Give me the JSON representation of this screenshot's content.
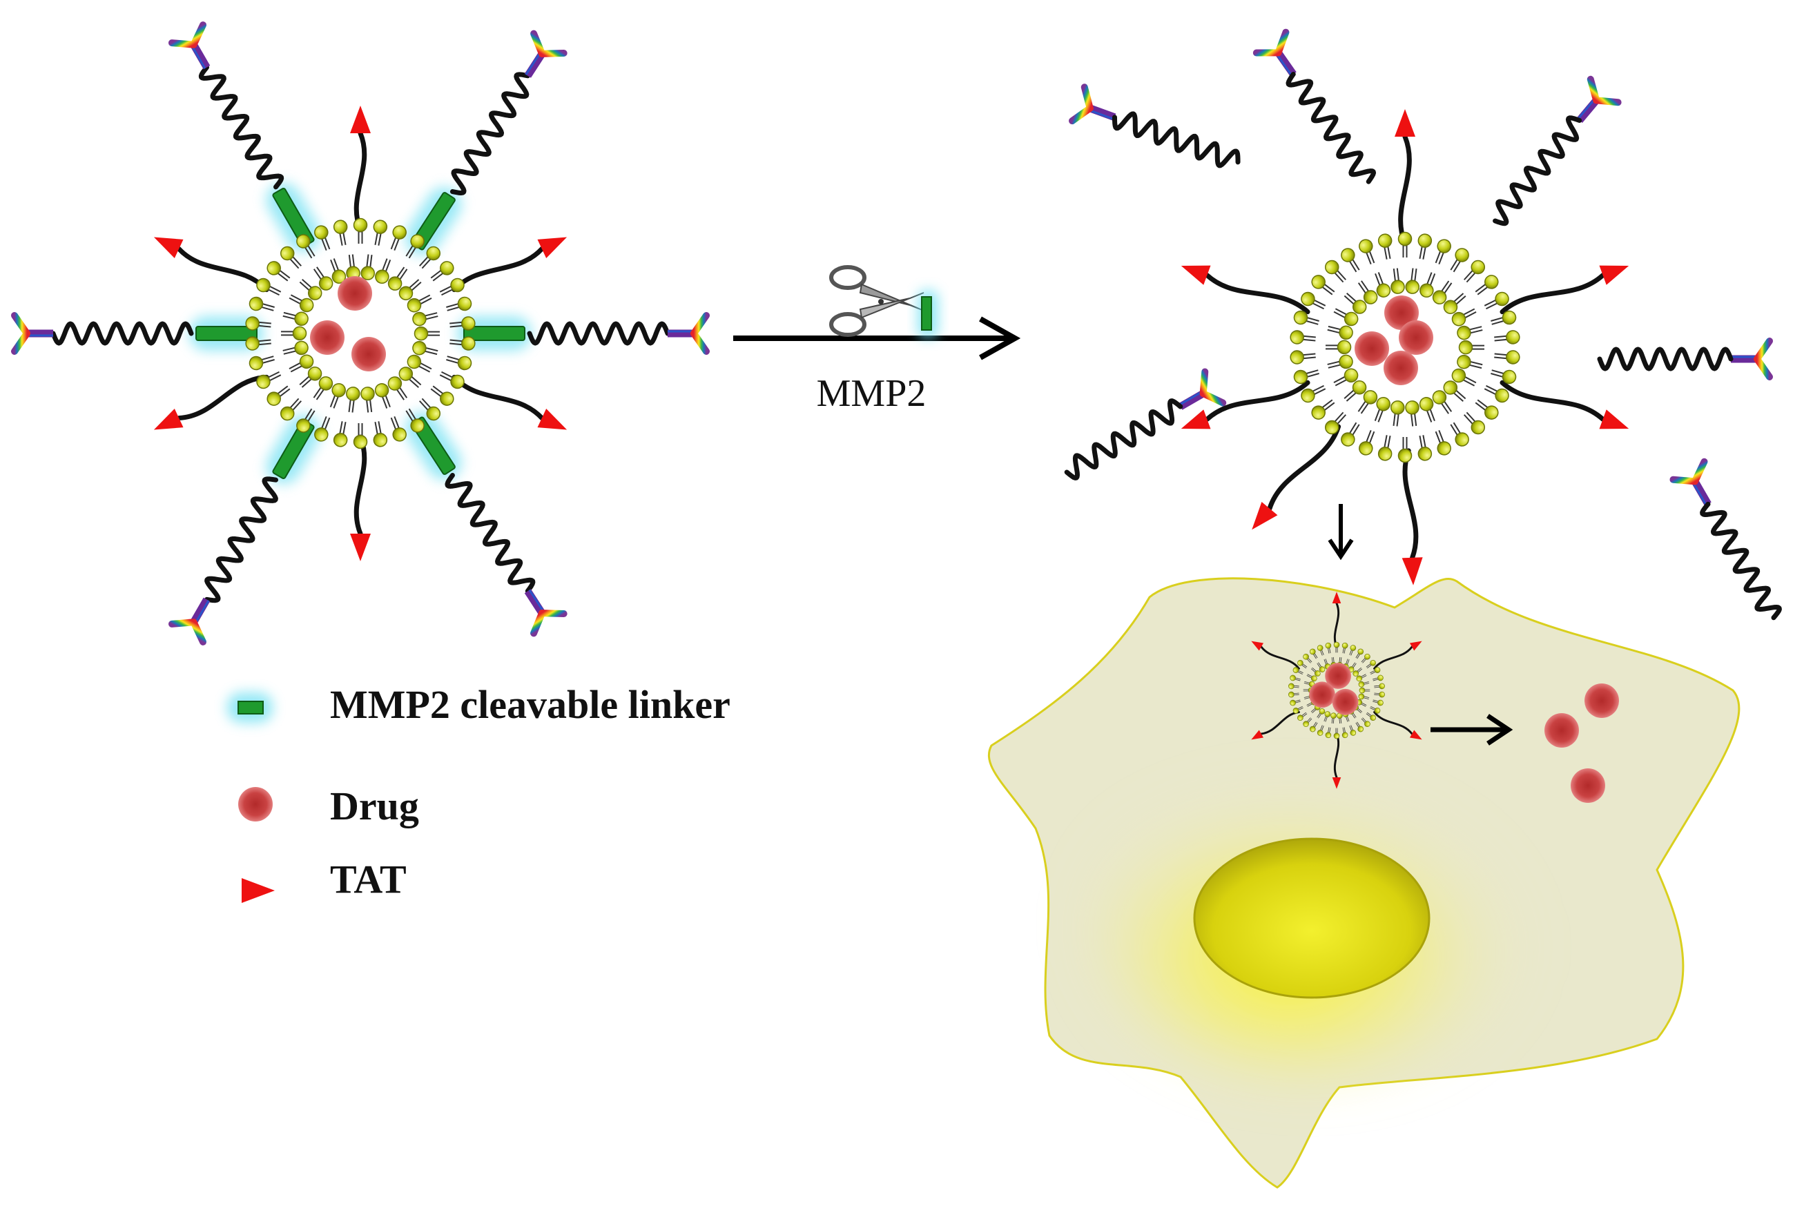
{
  "arrow_label": "MMP2",
  "legend": {
    "items": [
      {
        "icon": "linker-icon",
        "label": "MMP2 cleavable linker"
      },
      {
        "icon": "drug-icon",
        "label": "Drug"
      },
      {
        "icon": "tat-icon",
        "label": "TAT"
      }
    ]
  },
  "colors": {
    "linker": "#1f9a2e",
    "linker_glow": "#6fe0f2",
    "drug": "#cc3a3a",
    "tat": "#ee1111",
    "lipid_head": "#c8d41e",
    "cell": "#e8e7c6",
    "nucleus": "#d6d10e",
    "peg": "#111111"
  }
}
